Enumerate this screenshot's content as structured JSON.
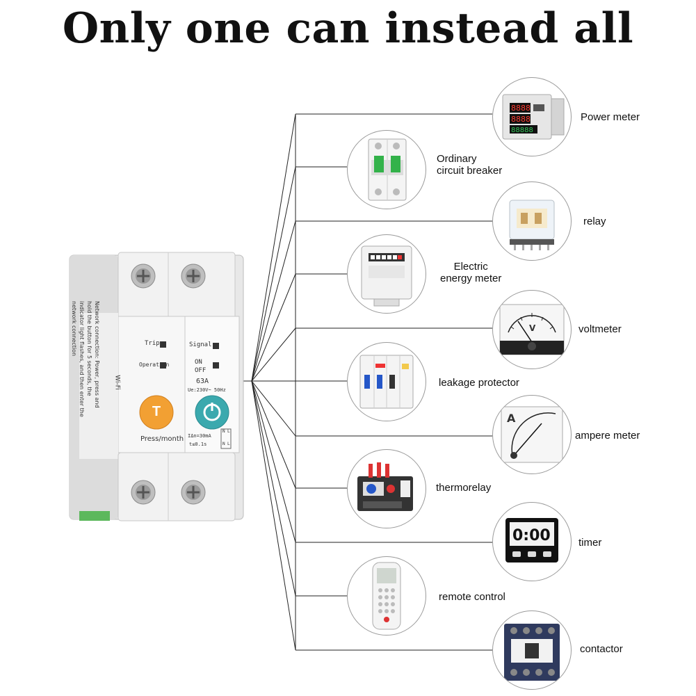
{
  "title": "Only one can instead all",
  "device": {
    "side_text": "Network connection: Power, press and hold the button for 5 seconds, the indicator light flashes, and then enter the network connection",
    "wifi": "Wi-Fi",
    "trip": "Trip",
    "operation": "Operation",
    "signal": "Signal",
    "on": "ON",
    "off": "OFF",
    "rating": "63A",
    "voltage": "Ue:230V~ 50Hz",
    "press": "Press/month",
    "leak": "IΔn=30mA",
    "time": "t≤0.1s",
    "t_button": "T",
    "n1": "N",
    "l1": "L",
    "n2": "N",
    "l2": "L"
  },
  "items": [
    {
      "name": "power-meter",
      "label": "Power meter",
      "side": "right"
    },
    {
      "name": "circuit-breaker",
      "label": "Ordinary\ncircuit breaker",
      "side": "left"
    },
    {
      "name": "relay",
      "label": "relay",
      "side": "right"
    },
    {
      "name": "energy-meter",
      "label": "Electric\nenergy meter",
      "side": "left"
    },
    {
      "name": "voltmeter",
      "label": "voltmeter",
      "side": "right"
    },
    {
      "name": "leakage-protector",
      "label": "leakage protector",
      "side": "left"
    },
    {
      "name": "ampere-meter",
      "label": "ampere meter",
      "side": "right"
    },
    {
      "name": "thermorelay",
      "label": "thermorelay",
      "side": "left"
    },
    {
      "name": "timer",
      "label": "timer",
      "side": "right"
    },
    {
      "name": "remote-control",
      "label": "remote control",
      "side": "left"
    },
    {
      "name": "contactor",
      "label": "contactor",
      "side": "right"
    }
  ],
  "icons": {
    "power-meter": {
      "digits": [
        "8888",
        "8888",
        "88888"
      ]
    },
    "voltmeter": {
      "unit": "V"
    },
    "ampere-meter": {
      "unit": "A"
    },
    "timer": {
      "display": "0:00"
    }
  }
}
